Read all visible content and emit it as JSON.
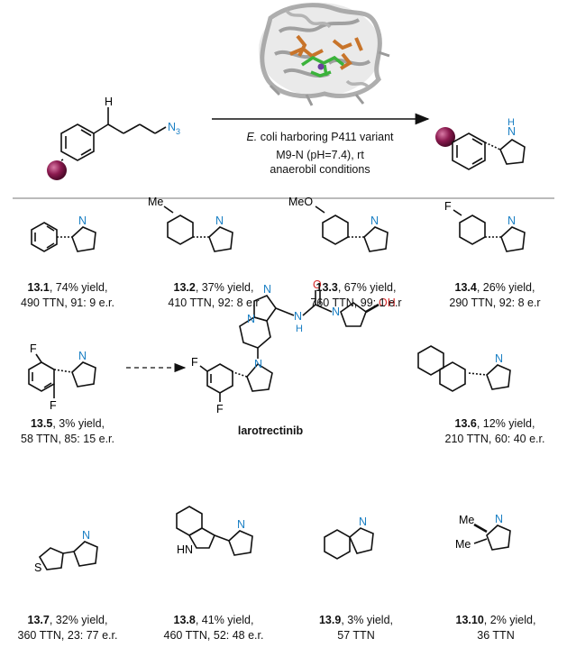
{
  "reaction": {
    "reactant": {
      "H": "H",
      "N3": "N",
      "N3_sub": "3"
    },
    "conditions": {
      "line1_italic": "E.",
      "line1_rest": " coli harboring P411 variant",
      "line2": "M9-N (pH=7.4), rt",
      "line3": "anaerobil conditions"
    },
    "product": {
      "NH": "N",
      "H": "H"
    }
  },
  "colors": {
    "heteroatom": "#1a7fc4",
    "bead": "#8b1a4f",
    "heme": "#c8742a",
    "ligand": "#3bb33b"
  },
  "compounds": [
    {
      "id": "13.1",
      "yield": ", 74% yield,",
      "line2": "490 TTN, 91: 9 e.r.",
      "sub": ""
    },
    {
      "id": "13.2",
      "yield": ", 37% yield,",
      "line2": "410 TTN, 92: 8 e.r",
      "sub": "Me"
    },
    {
      "id": "13.3",
      "yield": ", 67% yield,",
      "line2": "760 TTN, 99: 1 e.r",
      "sub": "MeO"
    },
    {
      "id": "13.4",
      "yield": ", 26% yield,",
      "line2": "290 TTN, 92: 8 e.r",
      "sub": "F"
    },
    {
      "id": "13.5",
      "yield": ", 3% yield,",
      "line2": "58 TTN, 85: 15 e.r.",
      "sub": "F"
    },
    {
      "id": "13.6",
      "yield": ", 12% yield,",
      "line2": "210 TTN, 60: 40 e.r.",
      "sub": ""
    },
    {
      "id": "13.7",
      "yield": ", 32% yield,",
      "line2": "360 TTN, 23: 77 e.r.",
      "sub": "S"
    },
    {
      "id": "13.8",
      "yield": ", 41% yield,",
      "line2": "460 TTN, 52: 48 e.r.",
      "sub": "HN"
    },
    {
      "id": "13.9",
      "yield": ", 3% yield,",
      "line2": "57 TTN",
      "sub": ""
    },
    {
      "id": "13.10",
      "yield": ", 2% yield,",
      "line2": "36 TTN",
      "sub": "Me"
    }
  ],
  "larotrectinib": {
    "name": "larotrectinib",
    "atoms": {
      "N": "N",
      "O": "O",
      "OH": "OH",
      "H": "H",
      "F": "F"
    }
  }
}
